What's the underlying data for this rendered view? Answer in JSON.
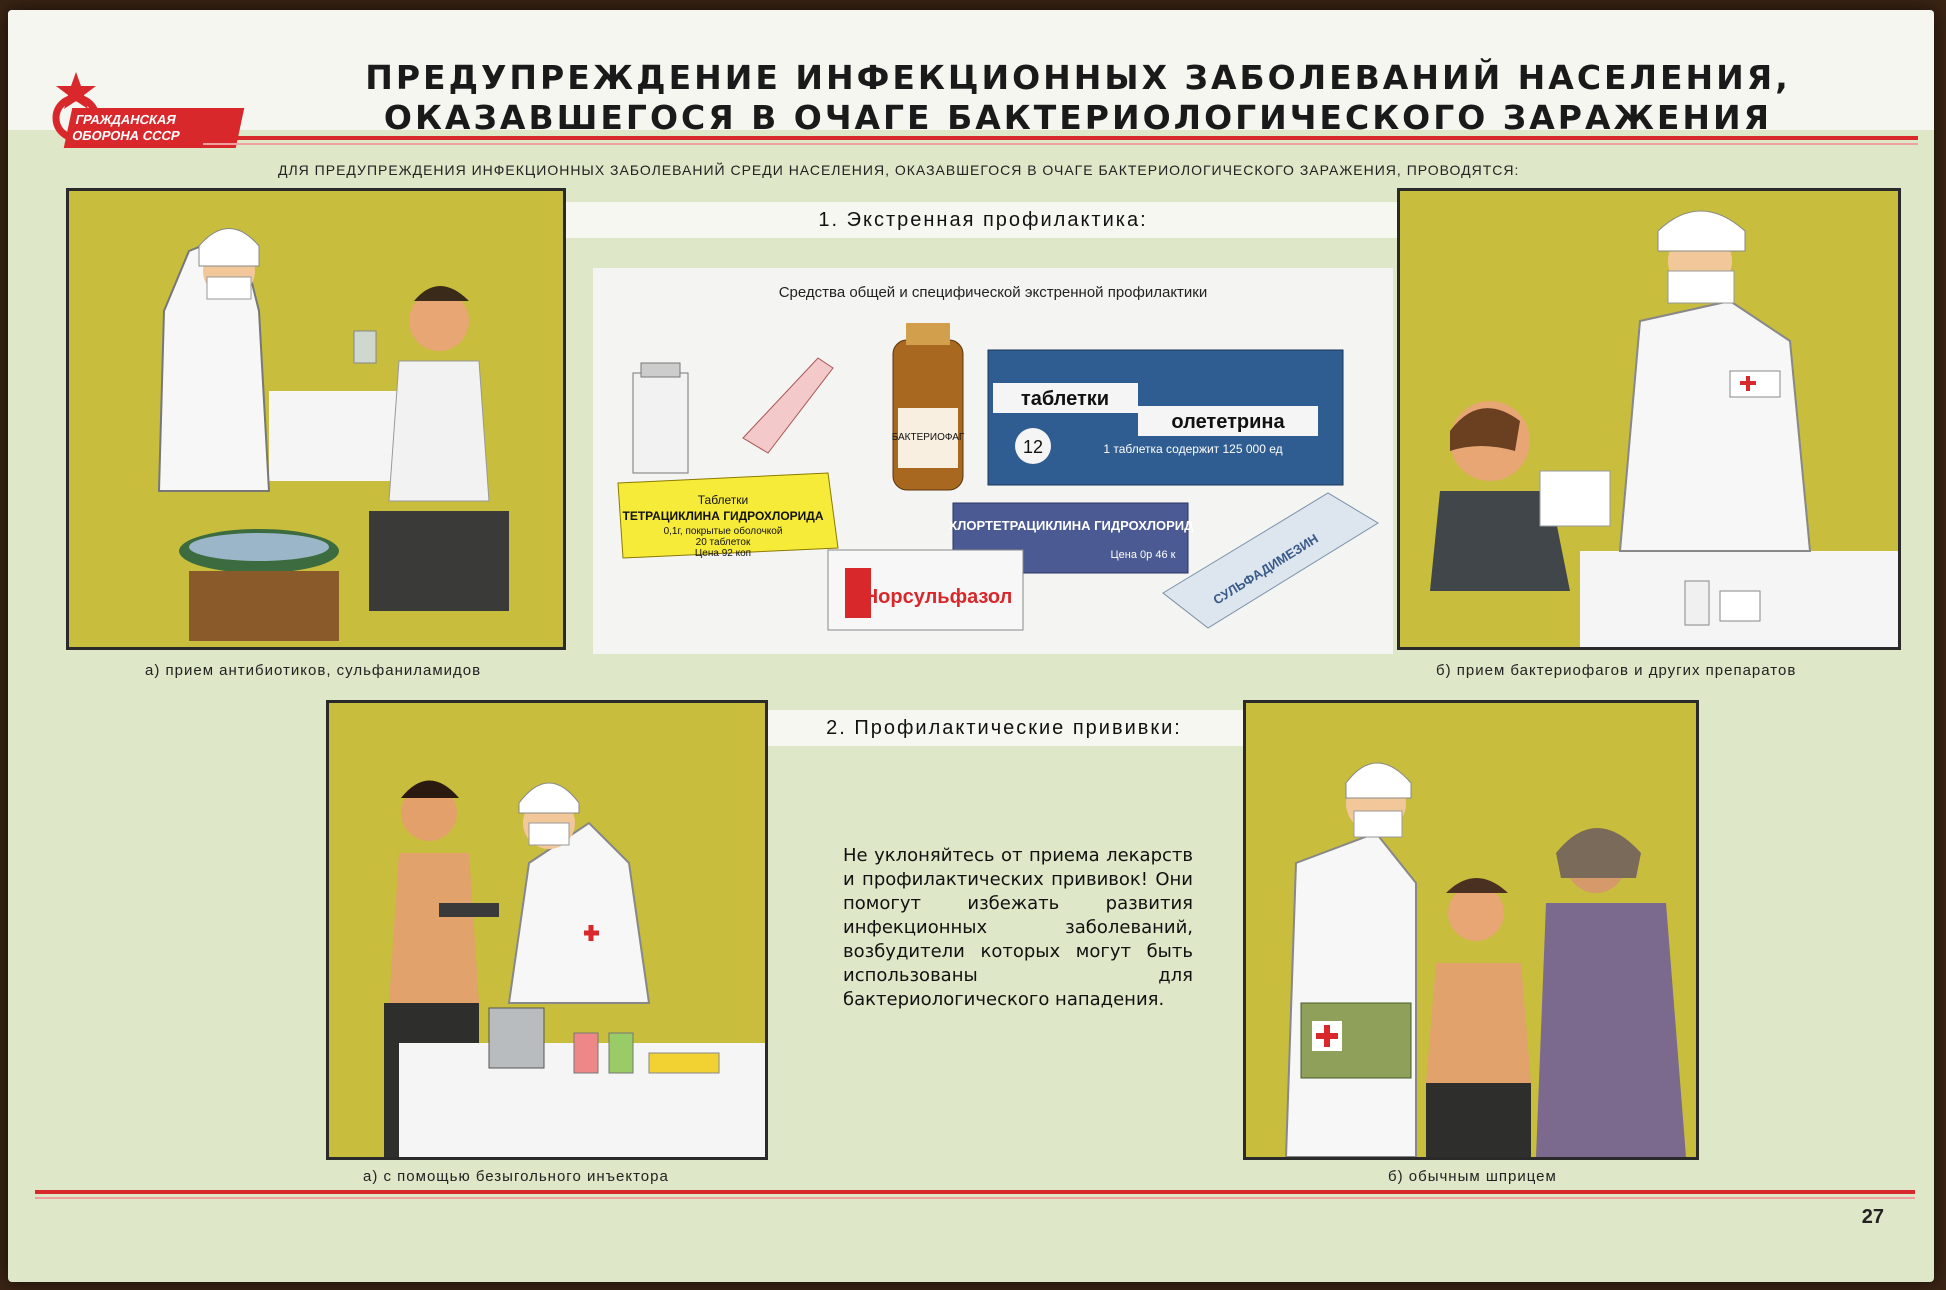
{
  "header": {
    "logo_line1": "ГРАЖДАНСКАЯ",
    "logo_line2": "ОБОРОНА СССР",
    "title_line1": "ПРЕДУПРЕЖДЕНИЕ ИНФЕКЦИОННЫХ ЗАБОЛЕВАНИЙ НАСЕЛЕНИЯ,",
    "title_line2": "ОКАЗАВШЕГОСЯ В ОЧАГЕ БАКТЕРИОЛОГИЧЕСКОГО ЗАРАЖЕНИЯ",
    "subtitle": "ДЛЯ ПРЕДУПРЕЖДЕНИЯ ИНФЕКЦИОННЫХ ЗАБОЛЕВАНИЙ СРЕДИ НАСЕЛЕНИЯ, ОКАЗАВШЕГОСЯ В ОЧАГЕ БАКТЕРИОЛОГИЧЕСКОГО ЗАРАЖЕНИЯ, ПРОВОДЯТСЯ:"
  },
  "section1": {
    "heading": "1. Экстренная профилактика:",
    "meds_caption": "Средства общей и специфической экстренной профилактики",
    "packages": {
      "tetracycline_1": "Таблетки",
      "tetracycline_2": "ТЕТРАЦИКЛИНА ГИДРОХЛОРИДА",
      "tetracycline_3": "0,1г, покрытые оболочкой",
      "tetracycline_4": "20 таблеток",
      "tetracycline_5": "Цена 92 коп",
      "oletetrin_1": "таблетки",
      "oletetrin_2": "олететрина",
      "oletetrin_count": "12",
      "oletetrin_dose": "1 таблетка содержит 125 000 ед",
      "chlortetracycline": "ХЛОРТЕТРАЦИКЛИНА ГИДРОХЛОРИД",
      "chlortetracycline_price": "Цена 0р 46 к",
      "norsulfazol": "Норсульфазол",
      "sulfadimezin": "СУЛЬФАДИМЕЗИН",
      "bacteriophage": "БАКТЕРИОФАГ"
    },
    "caption_a": "а)  прием антибиотиков, сульфаниламидов",
    "caption_b": "б)  прием бактериофагов и других препаратов"
  },
  "section2": {
    "heading": "2. Профилактические прививки:",
    "advice": "Не уклоняйтесь от приема лекарств и профилактических прививок! Они помогут избежать развития инфекционных заболеваний, возбудители которых могут быть использованы для бактериологического нападения.",
    "caption_a": "а)  с помощью безыгольного инъектора",
    "caption_b": "б)  обычным шприцем"
  },
  "footer": {
    "page_number": "27"
  },
  "colors": {
    "accent_red": "#d9282b",
    "panel_olive": "#c9be3f",
    "background": "#dfe7c9"
  }
}
